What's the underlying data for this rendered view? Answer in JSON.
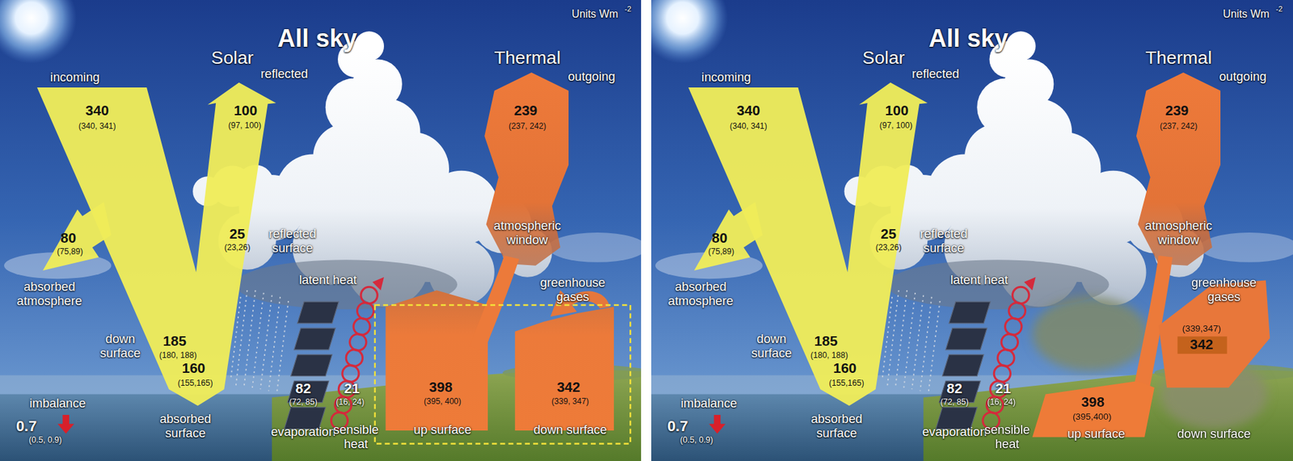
{
  "diagram": {
    "labels": [
      "Units Wm",
      "-2",
      "All sky",
      "Solar",
      "Thermal",
      "incoming",
      "reflected",
      "outgoing",
      "340",
      "(340, 341)",
      "100",
      "(97, 100)",
      "239",
      "(237, 242)",
      "25",
      "(23,26)",
      "reflected surface",
      "atmospheric window",
      "80",
      "(75,89)",
      "absorbed atmosphere",
      "latent heat",
      "greenhouse gases",
      "down surface",
      "185",
      "(180, 188)",
      "160",
      "(155,165)",
      "absorbed surface",
      "imbalance",
      "0.7",
      "(0.5, 0.9)",
      "82",
      "(72, 85)",
      "evaporation",
      "21",
      "(16, 24)",
      "sensible heat",
      "398",
      "(395, 400)",
      "up surface",
      "342",
      "(339, 347)",
      "down surface",
      "Units Wm",
      "-2",
      "All sky",
      "Solar",
      "Thermal",
      "incoming",
      "reflected",
      "outgoing",
      "340",
      "(340, 341)",
      "100",
      "(97, 100)",
      "239",
      "(237, 242)",
      "25",
      "(23,26)",
      "reflected surface",
      "atmospheric window",
      "80",
      "(75,89)",
      "absorbed atmosphere",
      "latent heat",
      "greenhouse gases",
      "down surface",
      "185",
      "(180, 188)",
      "160",
      "(155,165)",
      "absorbed surface",
      "imbalance",
      "0.7",
      "(0.5, 0.9)",
      "82",
      "(72, 85)",
      "evaporation",
      "21",
      "(16, 24)",
      "sensible heat",
      "398",
      "(395,400)",
      "up surface",
      "(339,347)",
      "342",
      "down surface"
    ]
  }
}
